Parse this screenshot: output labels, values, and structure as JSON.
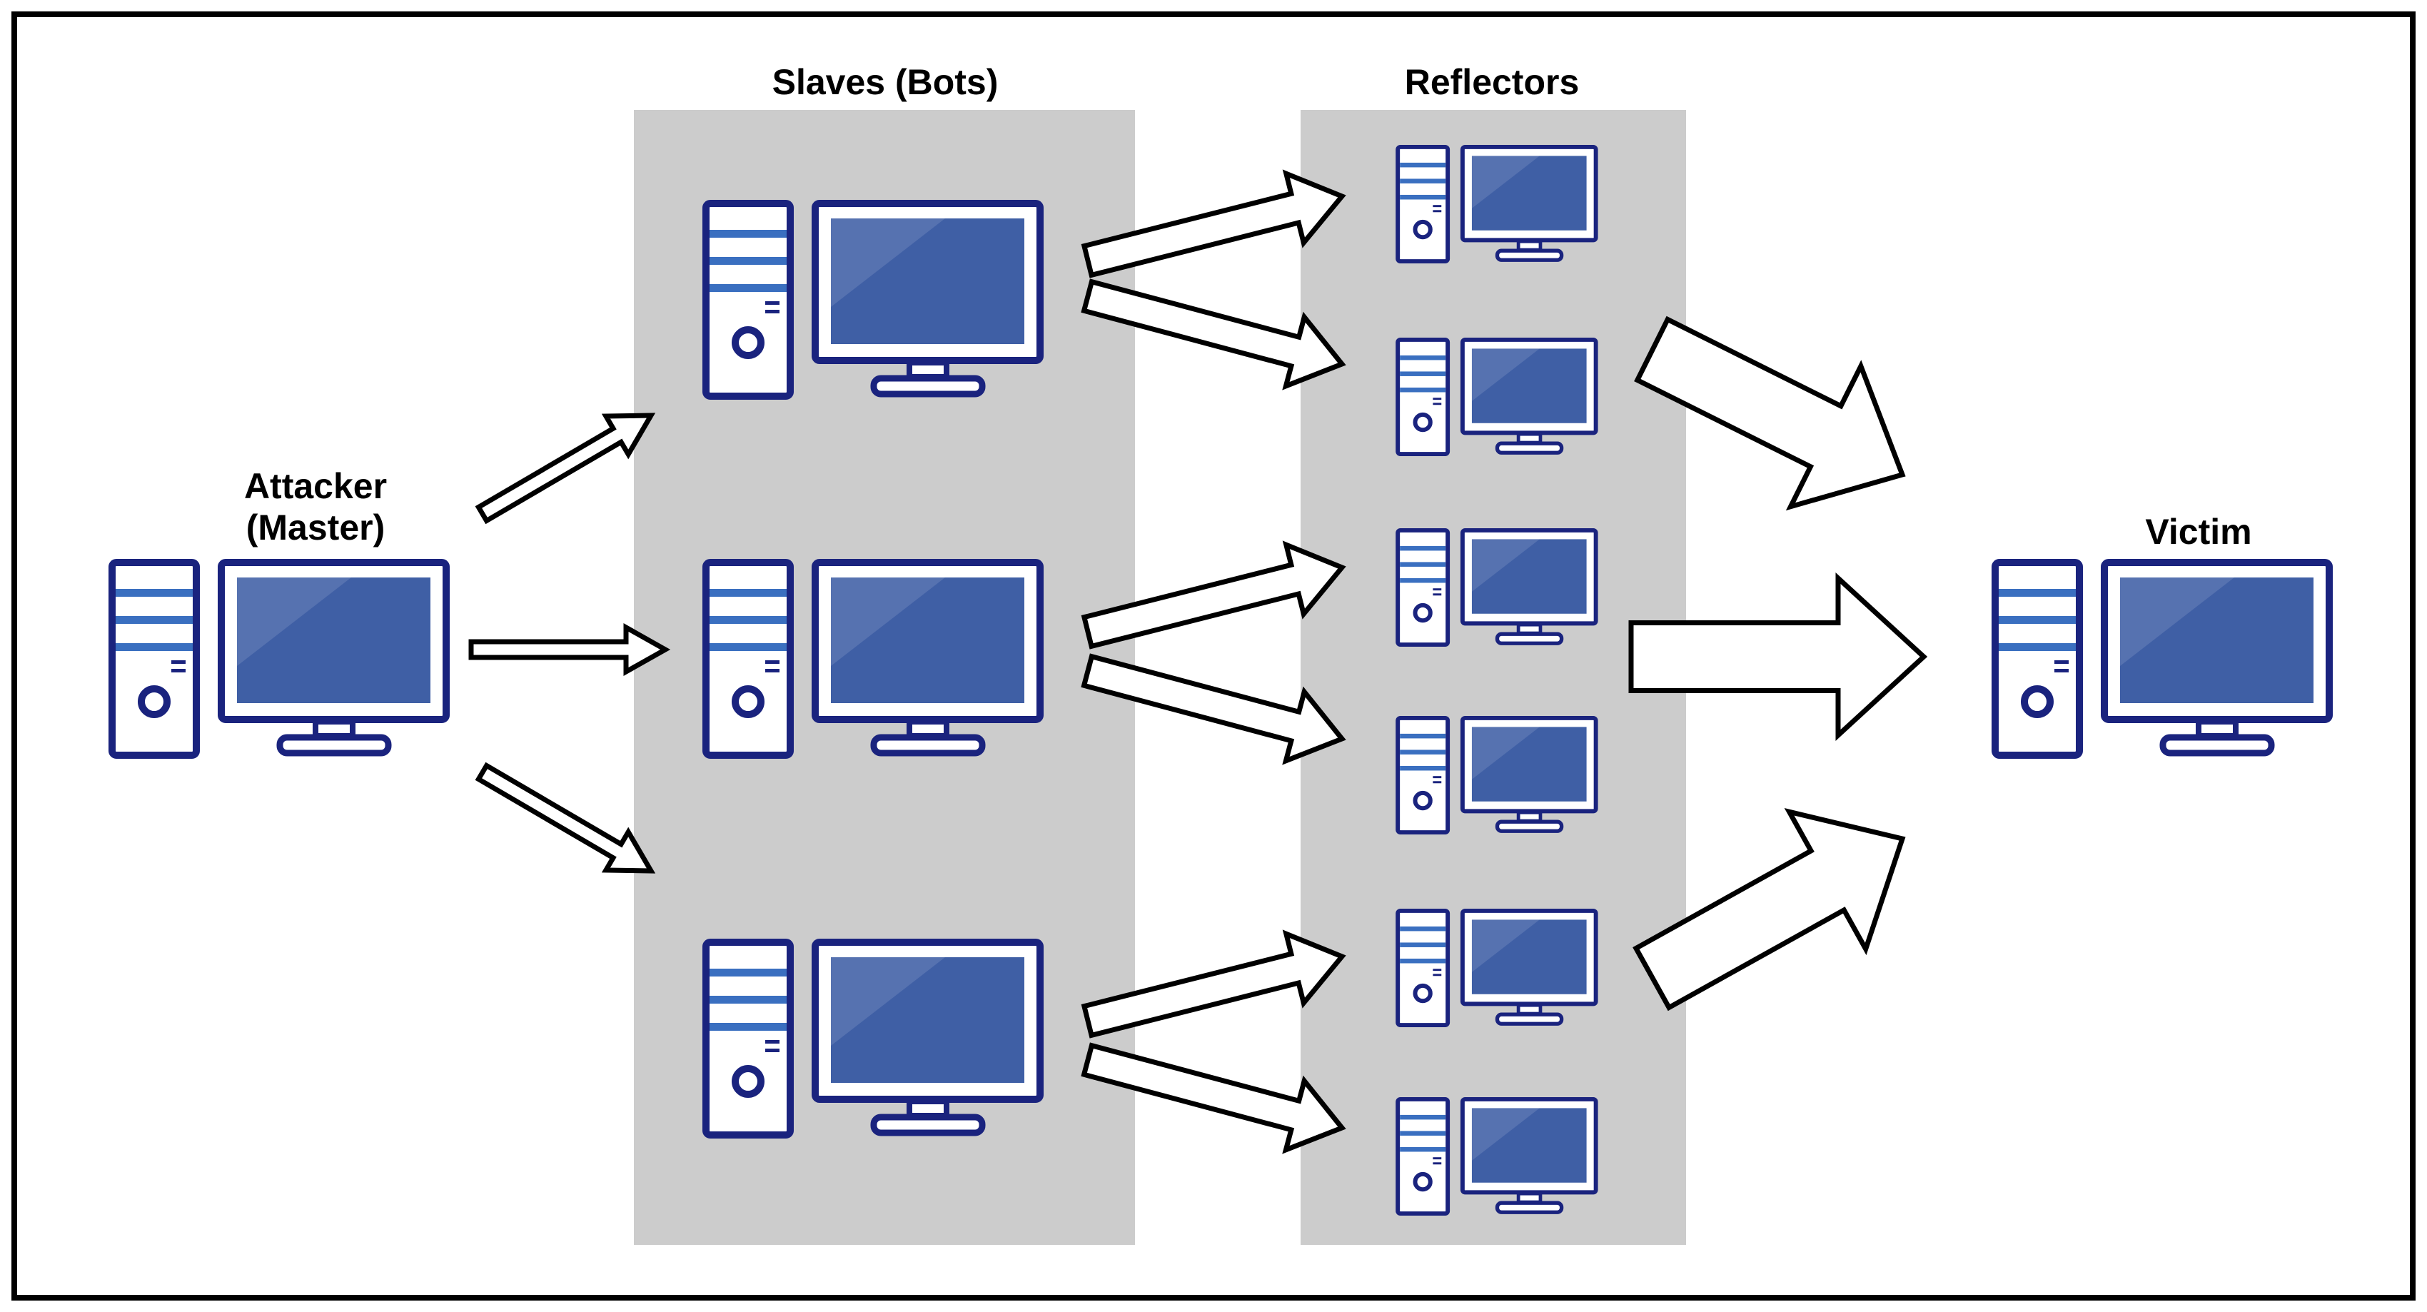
{
  "labels": {
    "slaves": "Slaves (Bots)",
    "reflectors": "Reflectors",
    "attacker_line1": "Attacker",
    "attacker_line2": "(Master)",
    "victim": "Victim"
  },
  "colors": {
    "frame": "#000000",
    "panel": "#cccccc",
    "computer_outline": "#1a237e",
    "screen": "#3f5fa5",
    "stripe": "#3a6fc0",
    "arrow_fill": "#ffffff",
    "arrow_stroke": "#000000"
  },
  "icons": {
    "attacker": "desktop-computer-icon",
    "slave": "desktop-computer-icon",
    "reflector": "desktop-computer-icon",
    "victim": "desktop-computer-icon",
    "arrow": "block-arrow-icon"
  }
}
